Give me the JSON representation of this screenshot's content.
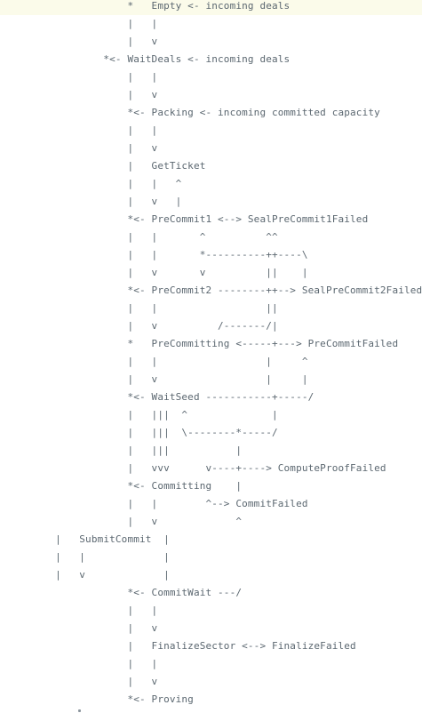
{
  "code": {
    "lines": [
      "                    *   Empty <- incoming deals",
      "                    |   |",
      "                    |   v",
      "                *<- WaitDeals <- incoming deals",
      "                    |   |",
      "                    |   v",
      "                    *<- Packing <- incoming committed capacity",
      "                    |   |",
      "                    |   v",
      "                    |   GetTicket",
      "                    |   |   ^",
      "                    |   v   |",
      "                    *<- PreCommit1 <--> SealPreCommit1Failed",
      "                    |   |       ^          ^^",
      "                    |   |       *----------++----\\",
      "                    |   v       v          ||    |",
      "                    *<- PreCommit2 --------++--> SealPreCommit2Failed",
      "                    |   |                  ||",
      "                    |   v          /-------/|",
      "                    *   PreCommitting <-----+---> PreCommitFailed",
      "                    |   |                  |     ^",
      "                    |   v                  |     |",
      "                    *<- WaitSeed -----------+-----/",
      "                    |   |||  ^              |",
      "                    |   |||  \\--------*-----/",
      "                    |   |||           |",
      "                    |   vvv      v----+----> ComputeProofFailed",
      "                    *<- Committing    |",
      "                    |   |        ^--> CommitFailed",
      "                    |   v             ^",
      "        |   SubmitCommit  |",
      "        |   |             |",
      "        |   v             |",
      "                    *<- CommitWait ---/",
      "                    |   |",
      "                    |   v",
      "                    |   FinalizeSector <--> FinalizeFailed",
      "                    |   |",
      "                    |   v",
      "                    *<- Proving"
    ]
  }
}
